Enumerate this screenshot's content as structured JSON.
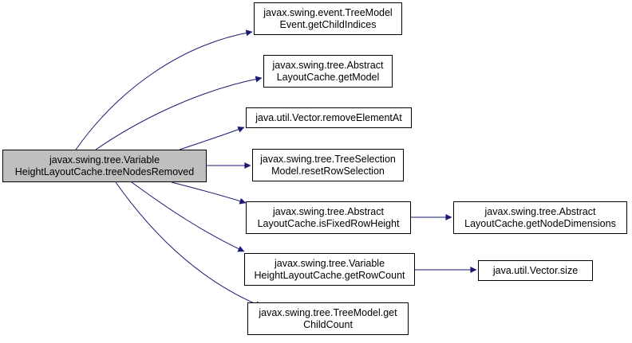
{
  "colors": {
    "edge": "#191970",
    "root_fill": "#bfbfbf",
    "node_fill": "#ffffff",
    "border": "#000000"
  },
  "nodes": {
    "root": {
      "line1": "javax.swing.tree.Variable",
      "line2": "HeightLayoutCache.treeNodesRemoved"
    },
    "childIdx": {
      "line1": "javax.swing.event.TreeModel",
      "line2": "Event.getChildIndices"
    },
    "getModel": {
      "line1": "javax.swing.tree.Abstract",
      "line2": "LayoutCache.getModel"
    },
    "removeElem": {
      "line1": "java.util.Vector.removeElementAt"
    },
    "resetRowSel": {
      "line1": "javax.swing.tree.TreeSelection",
      "line2": "Model.resetRowSelection"
    },
    "isFixed": {
      "line1": "javax.swing.tree.Abstract",
      "line2": "LayoutCache.isFixedRowHeight"
    },
    "nodeDims": {
      "line1": "javax.swing.tree.Abstract",
      "line2": "LayoutCache.getNodeDimensions"
    },
    "rowCount": {
      "line1": "javax.swing.tree.Variable",
      "line2": "HeightLayoutCache.getRowCount"
    },
    "vecSize": {
      "line1": "java.util.Vector.size"
    },
    "childCount": {
      "line1": "javax.swing.tree.TreeModel.get",
      "line2": "ChildCount"
    }
  },
  "edges": [
    {
      "from": "root",
      "to": "childIdx"
    },
    {
      "from": "root",
      "to": "getModel"
    },
    {
      "from": "root",
      "to": "removeElem"
    },
    {
      "from": "root",
      "to": "resetRowSel"
    },
    {
      "from": "root",
      "to": "isFixed"
    },
    {
      "from": "root",
      "to": "rowCount"
    },
    {
      "from": "root",
      "to": "childCount"
    },
    {
      "from": "isFixed",
      "to": "nodeDims"
    },
    {
      "from": "rowCount",
      "to": "vecSize"
    }
  ]
}
